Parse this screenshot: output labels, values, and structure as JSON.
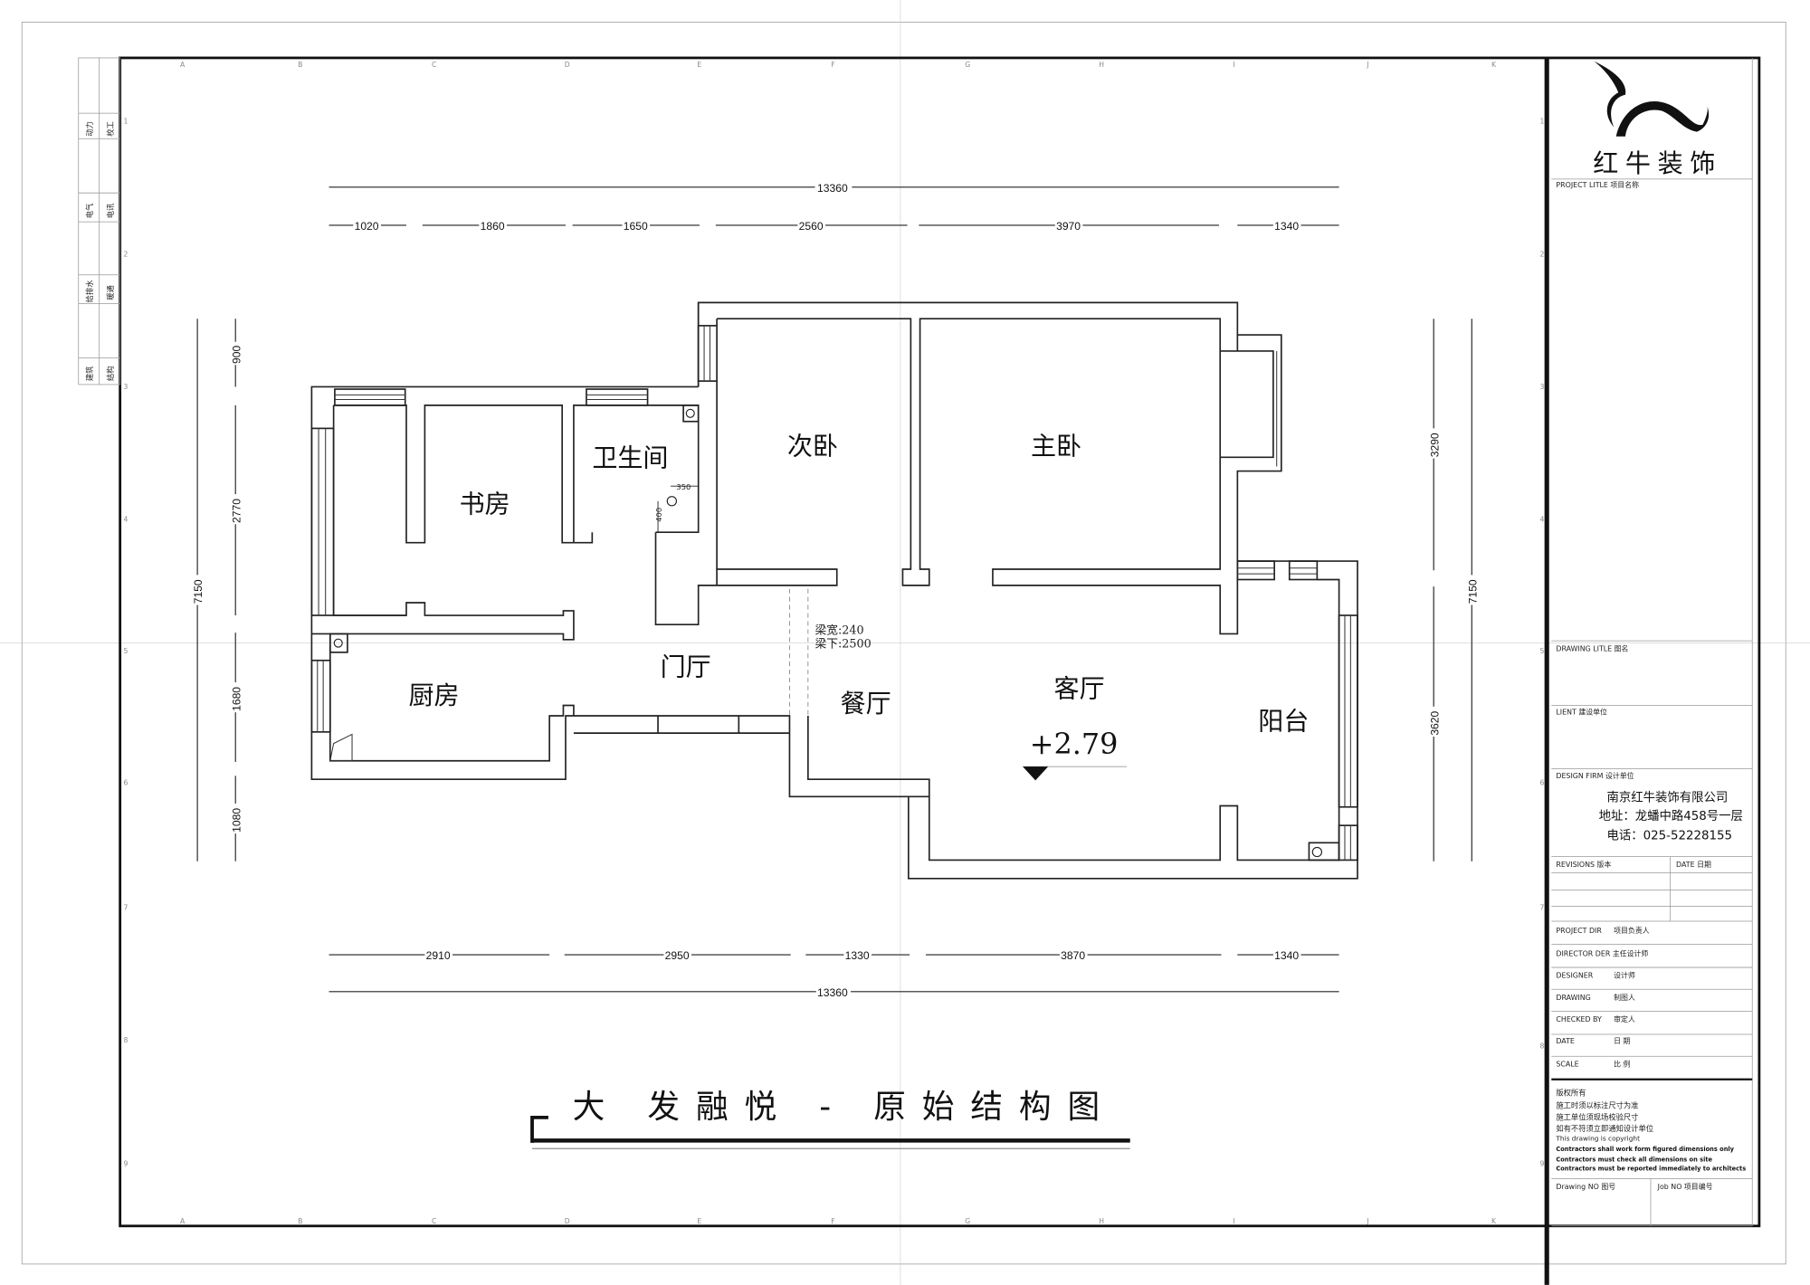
{
  "drawing_title": "大  发融悦 - 原始结构图",
  "title_block": {
    "logo_text": "红牛装饰",
    "project_title_label": "PROJECT LITLE  项目名称",
    "drawing_title_label": "DRAWING LITLE  图名",
    "client_label": "LIENT  建设单位",
    "design_firm_label": "DESIGN FIRM  设计单位",
    "firm_name": "南京红牛装饰有限公司",
    "firm_address": "地址：龙蟠中路458号一层",
    "firm_phone": "电话：025-52228155",
    "revisions_label": "REVISIONS  版本",
    "revisions_date_label": "DATE  日期",
    "project_dir_label": "PROJECT DIR",
    "project_dir_cn": "项目负责人",
    "director_label": "DIRECTOR DER 主任设计师",
    "designer_label": "DESIGNER",
    "designer_cn": "设计师",
    "drawing_label": "DRAWING",
    "drawing_cn": "制图人",
    "checked_label": "CHECKED BY",
    "checked_cn": "审定人",
    "date_label": "DATE",
    "date_cn": "日  期",
    "scale_label": "SCALE",
    "scale_cn": "比  例",
    "copyright_lines": [
      "版权所有",
      "施工时须以标注尺寸为准",
      "施工单位须现场校验尺寸",
      "如有不符须立即通知设计单位"
    ],
    "copyright_en": "This drawing is copyright",
    "contractor_lines": [
      "Contractors shall work form figured dimensions only",
      "Contractors must check all dimensions on site",
      "Contractors must be reported immediately to architects"
    ],
    "drawing_no_label": "Drawing NO  图号",
    "job_no_label": "Job NO  项目编号"
  },
  "side_table": {
    "row1": [
      "动力",
      "校工"
    ],
    "row2": [
      "电气",
      "电讯"
    ],
    "row3": [
      "给排水",
      "暖通"
    ],
    "row4": [
      "建筑",
      "结构"
    ]
  },
  "grid": {
    "columns": [
      "A",
      "B",
      "C",
      "D",
      "E",
      "F",
      "G",
      "H",
      "I",
      "J",
      "K"
    ],
    "rows": [
      "1",
      "2",
      "3",
      "4",
      "5",
      "6",
      "7",
      "8",
      "9"
    ]
  },
  "rooms": {
    "study": "书房",
    "bathroom": "卫生间",
    "second_bedroom": "次卧",
    "master_bedroom": "主卧",
    "kitchen": "厨房",
    "foyer": "门厅",
    "dining": "餐厅",
    "living": "客厅",
    "balcony": "阳台"
  },
  "annotations": {
    "beam_width": "梁宽:240",
    "beam_below": "梁下:2500",
    "elevation": "+2.79",
    "bath_350": "350",
    "bath_400": "400"
  },
  "dimensions": {
    "top_total": "13360",
    "top_segments": [
      "1020",
      "1860",
      "1650",
      "2560",
      "3970",
      "1340"
    ],
    "bottom_segments": [
      "2910",
      "2950",
      "1330",
      "3870",
      "1340"
    ],
    "bottom_total": "13360",
    "left_total": "7150",
    "left_segments": [
      "900",
      "2770",
      "1680",
      "1080"
    ],
    "right_segments": [
      "3290",
      "3620"
    ],
    "right_total": "7150"
  }
}
